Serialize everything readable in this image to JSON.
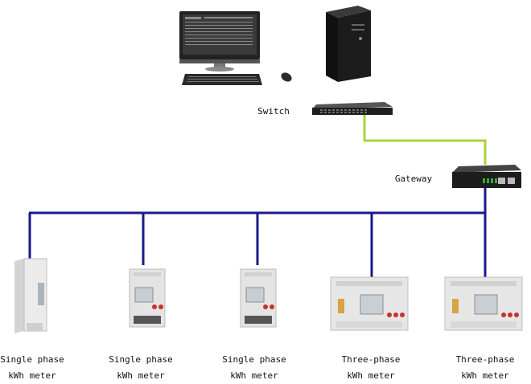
{
  "labels": {
    "switch": "Switch",
    "gateway": "Gateway"
  },
  "meters": [
    {
      "line1": "Single phase",
      "line2": "kWh meter",
      "kind": "din-slim"
    },
    {
      "line1": "Single phase",
      "line2": "kWh meter",
      "kind": "din-single"
    },
    {
      "line1": "Single phase",
      "line2": "kWh meter",
      "kind": "din-single"
    },
    {
      "line1": "Three-phase",
      "line2": "kWh meter",
      "kind": "din-three"
    },
    {
      "line1": "Three-phase",
      "line2": "kWh meter",
      "kind": "din-three"
    }
  ],
  "colors": {
    "ethernet_line": "#a8d43a",
    "rs485_bus": "#1a1a8c",
    "device_dark": "#1e1e1e",
    "meter_body": "#e4e4e4"
  }
}
